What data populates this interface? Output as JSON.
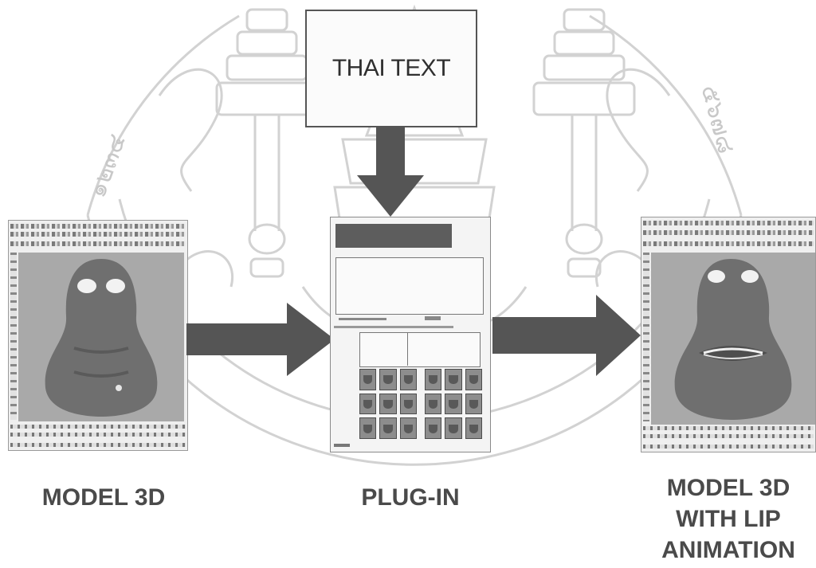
{
  "input_box": {
    "text": "THAI TEXT"
  },
  "labels": {
    "left": "MODEL 3D",
    "center": "PLUG-IN",
    "right_line1": "MODEL 3D",
    "right_line2": "WITH LIP",
    "right_line3": "ANIMATION"
  },
  "colors": {
    "arrow": "#555555",
    "label": "#4a4a4a",
    "watermark": "#cfcfcf",
    "face": "#6f6f6f"
  },
  "icons": [
    "down-arrow",
    "right-arrow",
    "watermark-seal",
    "face-model"
  ]
}
